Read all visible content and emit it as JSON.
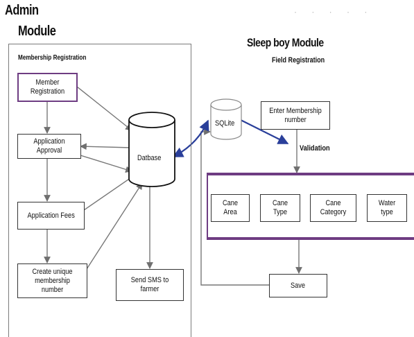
{
  "headings": {
    "admin": "Admin",
    "module": "Module",
    "sleep_boy": "Sleep boy Module",
    "field_registration": "Field Registration",
    "membership_registration": "Membership Registration"
  },
  "admin_boxes": {
    "member_registration": "Member Registration",
    "application_approval": "Application Approval",
    "application_fees": "Application Fees",
    "create_unique": "Create unique membership number",
    "send_sms": "Send SMS to farmer"
  },
  "database_label": "Datbase",
  "sqlite_label": "SQLite",
  "sleep_boxes": {
    "enter_membership": "Enter Membership number",
    "validation": "Validation",
    "save": "Save"
  },
  "field_items": [
    "Cane Area",
    "Cane Type",
    "Cane Category",
    "Water type"
  ],
  "colors": {
    "purple_accent": "#6e3c82",
    "blue_connector": "#2a3f9a",
    "line_gray": "#7a7a7a"
  }
}
